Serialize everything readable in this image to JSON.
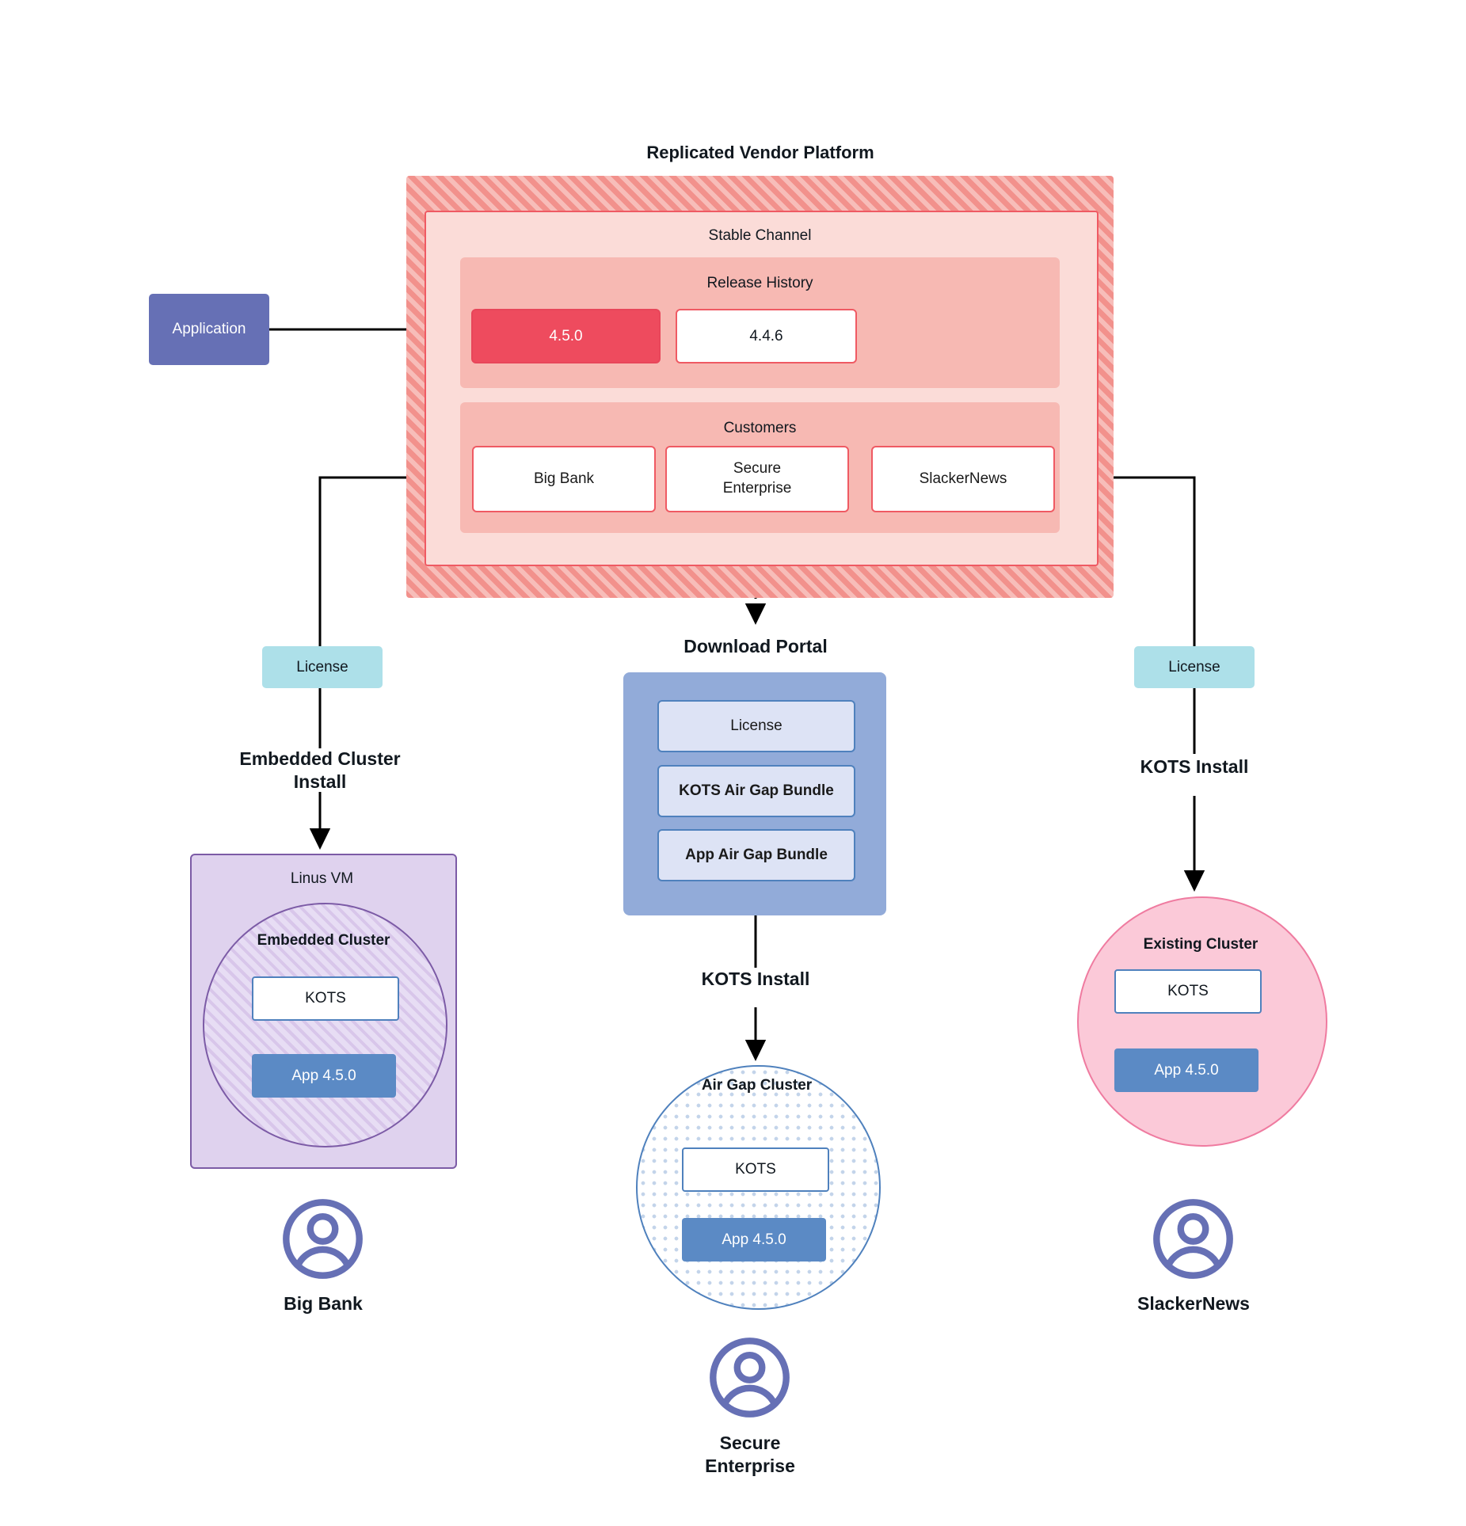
{
  "diagram": {
    "title": "Replicated Vendor Platform"
  },
  "application": {
    "label": "Application"
  },
  "vendor_platform": {
    "stable_channel": {
      "title": "Stable Channel",
      "release_history": {
        "title": "Release History",
        "releases": [
          {
            "version": "4.5.0",
            "state": "current"
          },
          {
            "version": "4.4.6",
            "state": "previous"
          }
        ]
      },
      "customers": {
        "title": "Customers",
        "items": [
          {
            "name": "Big Bank"
          },
          {
            "name": "Secure\nEnterprise"
          },
          {
            "name": "SlackerNews"
          }
        ]
      }
    }
  },
  "branches": {
    "left": {
      "license_label": "License",
      "install_label": "Embedded Cluster\nInstall",
      "host": {
        "title": "Linus VM",
        "cluster_title": "Embedded Cluster",
        "kots_label": "KOTS",
        "app_label": "App 4.5.0"
      },
      "customer_name": "Big Bank"
    },
    "middle": {
      "portal_title": "Download  Portal",
      "portal_items": [
        {
          "label": "License"
        },
        {
          "label": "KOTS Air Gap Bundle"
        },
        {
          "label": "App Air Gap Bundle"
        }
      ],
      "install_label": "KOTS Install",
      "cluster_title": "Air Gap Cluster",
      "kots_label": "KOTS",
      "app_label": "App 4.5.0",
      "customer_name": "Secure\nEnterprise"
    },
    "right": {
      "license_label": "License",
      "install_label": "KOTS Install",
      "cluster_title": "Existing Cluster",
      "kots_label": "KOTS",
      "app_label": "App 4.5.0",
      "customer_name": "SlackerNews"
    }
  },
  "colors": {
    "platform_hatch": "#f2918c",
    "channel_bg": "#fbdcd8",
    "channel_border": "#ef5a63",
    "group_bg": "#f7b9b3",
    "release_current": "#ee4b5e",
    "application_box": "#6670b5",
    "license_box": "#ade0e9",
    "portal_bg": "#92abd9",
    "portal_item_bg": "#dde3f5",
    "kots_border": "#4f81bd",
    "app_box": "#5b8ac5",
    "vm_bg": "#dfd2ee",
    "vm_border": "#7c5ba6",
    "existing_cluster_bg": "#fbc9d8",
    "existing_cluster_border": "#ef7ba0",
    "user_icon": "#6670b5"
  }
}
